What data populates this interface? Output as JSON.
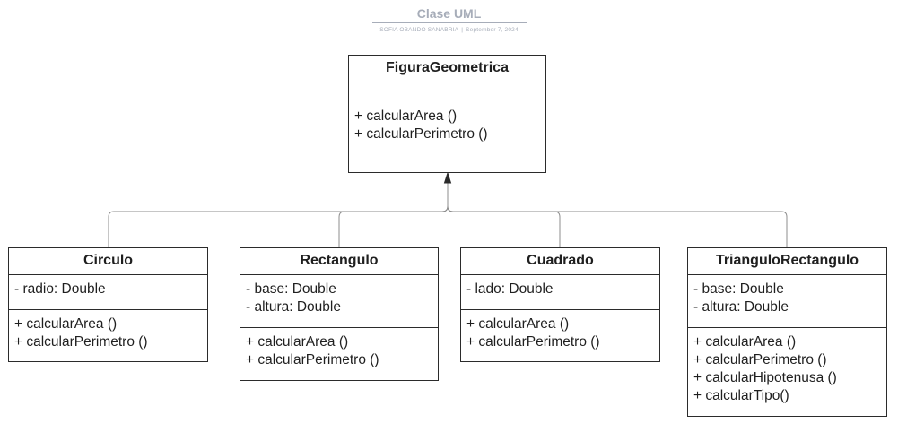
{
  "header": {
    "title": "Clase UML",
    "author": "SOFIA OBANDO SANABRIA",
    "separator": "|",
    "date": "September 7, 2024"
  },
  "classes": [
    {
      "name": "FiguraGeometrica",
      "attributes": [],
      "methods": [
        "+ calcularArea ()",
        "+ calcularPerimetro ()"
      ]
    },
    {
      "name": "Circulo",
      "attributes": [
        "- radio: Double"
      ],
      "methods": [
        "+ calcularArea ()",
        "+ calcularPerimetro ()"
      ]
    },
    {
      "name": "Rectangulo",
      "attributes": [
        "- base: Double",
        "- altura: Double"
      ],
      "methods": [
        "+ calcularArea ()",
        "+ calcularPerimetro ()"
      ]
    },
    {
      "name": "Cuadrado",
      "attributes": [
        "- lado: Double"
      ],
      "methods": [
        "+ calcularArea ()",
        "+ calcularPerimetro ()"
      ]
    },
    {
      "name": "TrianguloRectangulo",
      "attributes": [
        "- base: Double",
        "- altura: Double"
      ],
      "methods": [
        "+ calcularArea ()",
        "+ calcularPerimetro ()",
        "+ calcularHipotenusa ()",
        "+ calcularTipo()"
      ]
    }
  ],
  "relations": [
    {
      "type": "inheritance",
      "from": "Circulo",
      "to": "FiguraGeometrica"
    },
    {
      "type": "inheritance",
      "from": "Rectangulo",
      "to": "FiguraGeometrica"
    },
    {
      "type": "inheritance",
      "from": "Cuadrado",
      "to": "FiguraGeometrica"
    },
    {
      "type": "inheritance",
      "from": "TrianguloRectangulo",
      "to": "FiguraGeometrica"
    }
  ],
  "colors": {
    "line": "#2b2b2b",
    "connector": "#8c8c8c",
    "header_text": "#a7adb9"
  }
}
